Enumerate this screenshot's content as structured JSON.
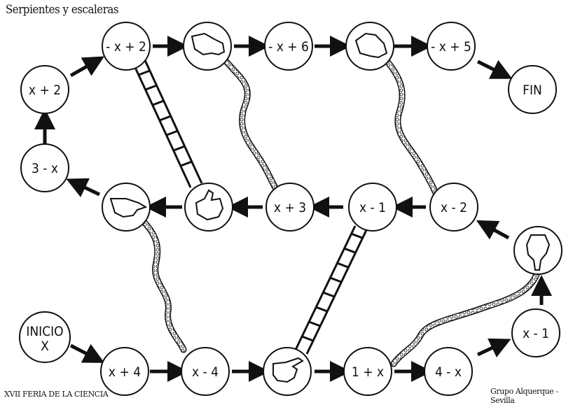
{
  "title": "Serpientes y escaleras",
  "footer_left": "XVII FERIA DE LA CIENCIA",
  "footer_right": "Grupo Alquerque - Sevilla",
  "nodes": {
    "inicio": {
      "label": "INICIO",
      "sub": "X"
    },
    "n_x_plus_4": "x + 4",
    "n_x_minus_4": "x - 4",
    "n_1_plus_x": "1 + x",
    "n_4_minus_x": "4 - x",
    "n_x_minus_1_right": "x - 1",
    "n_x_minus_2": "x - 2",
    "n_x_minus_1_mid": "x - 1",
    "n_x_plus_3": "x + 3",
    "n_3_minus_x": "3 - x",
    "n_x_plus_2": "x + 2",
    "n_neg_x_plus_2": "- x + 2",
    "n_neg_x_plus_6": "- x + 6",
    "n_neg_x_plus_5": "- x + 5",
    "fin": "FIN"
  },
  "hand_icons": [
    "hand-point-right-icon",
    "hand-point-down-icon",
    "hand-point-left-icon",
    "hand-point-up-icon",
    "hand-point-down-icon",
    "hand-point-left-icon"
  ]
}
